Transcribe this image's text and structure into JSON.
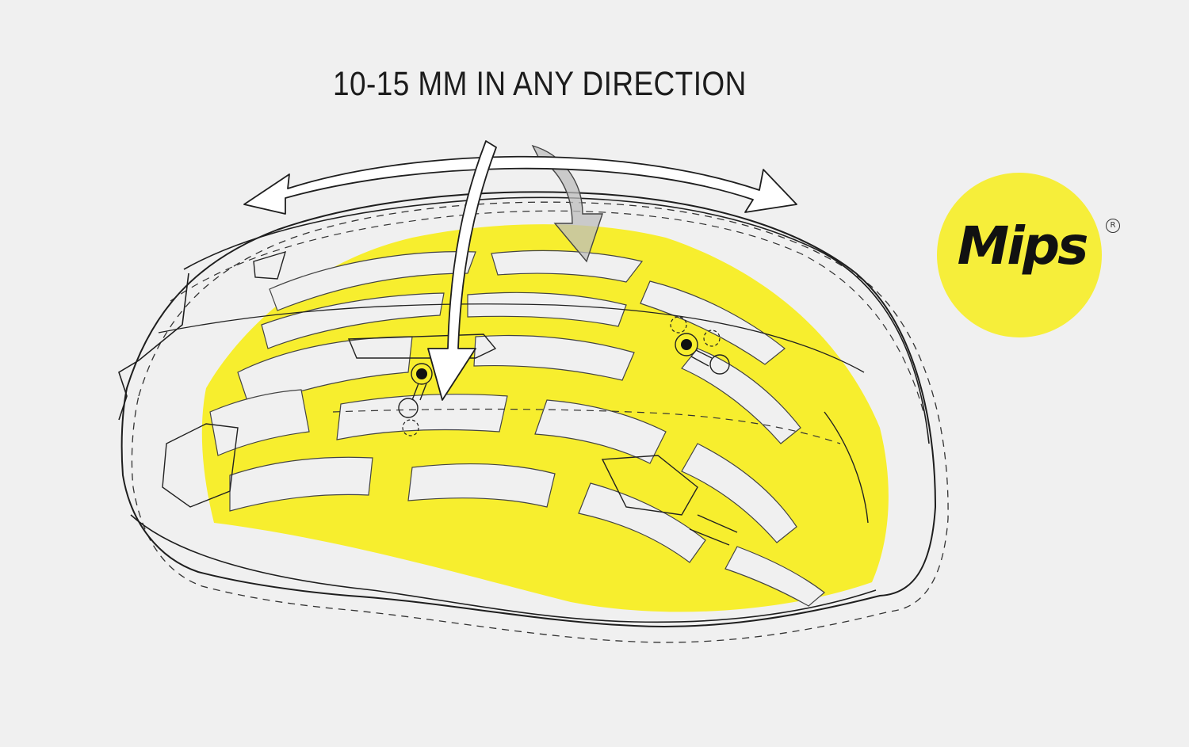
{
  "headline": "10-15 MM IN ANY DIRECTION",
  "logo": {
    "text": "Mips",
    "mark": "R"
  },
  "colors": {
    "background": "#f0f0f0",
    "liner_yellow": "#f7ee2e",
    "logo_yellow": "#f6ee3a",
    "outline": "#222222",
    "arrow_fill": "#ffffff",
    "ghost_arrow": "#bdbdbd"
  },
  "icons": [
    "double-headed-curved-arrow-icon",
    "down-arrow-icon",
    "rotation-arrow-icon"
  ]
}
